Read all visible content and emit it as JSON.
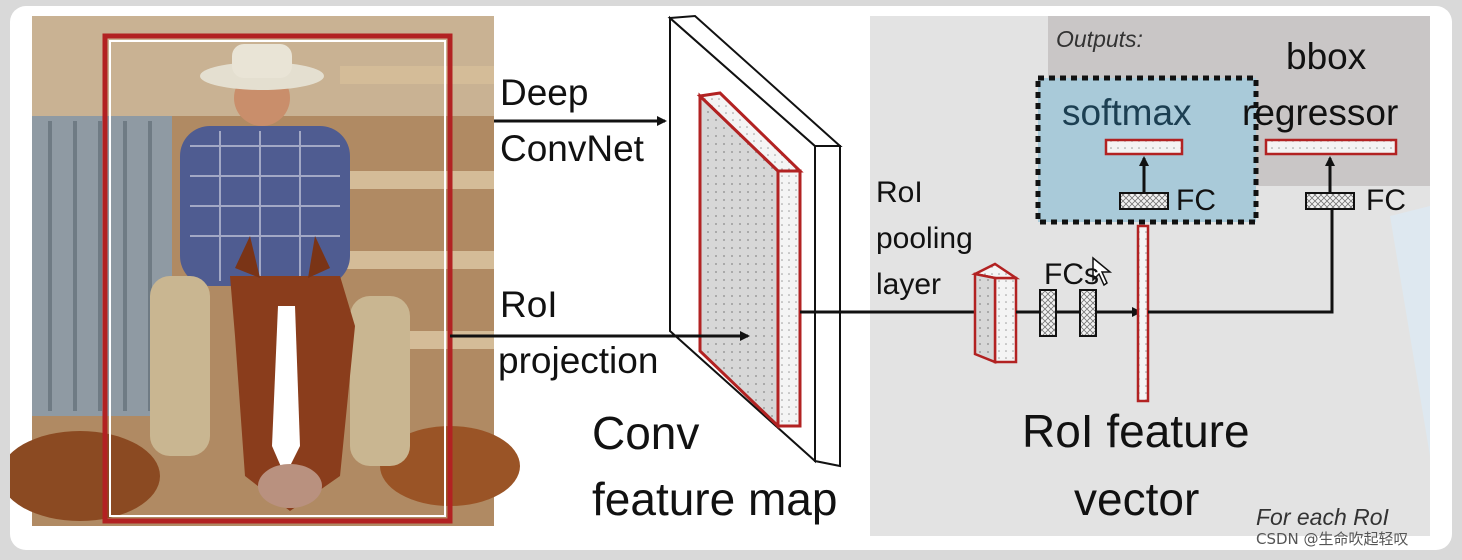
{
  "labels": {
    "deep": "Deep",
    "convnet": "ConvNet",
    "roi": "RoI",
    "projection": "projection",
    "conv": "Conv",
    "feature_map": "feature map",
    "roi_pool_1": "RoI",
    "roi_pool_2": "pooling",
    "roi_pool_3": "layer",
    "fcs": "FCs",
    "outputs": "Outputs:",
    "softmax": "softmax",
    "bbox": "bbox",
    "regressor": "regressor",
    "fc_left": "FC",
    "fc_right": "FC",
    "roi_feature": "RoI feature",
    "vector": "vector",
    "for_each_roi": "For each RoI",
    "watermark": "CSDN @生命吹起轻叹"
  },
  "colors": {
    "roi_box": "#b22222",
    "output_region": "#c9c6c6",
    "softmax_region": "#a9cad9",
    "right_panel": "#e3e3e3"
  },
  "image": {
    "subject": "cowboy riding a horse with red RoI bounding box"
  }
}
